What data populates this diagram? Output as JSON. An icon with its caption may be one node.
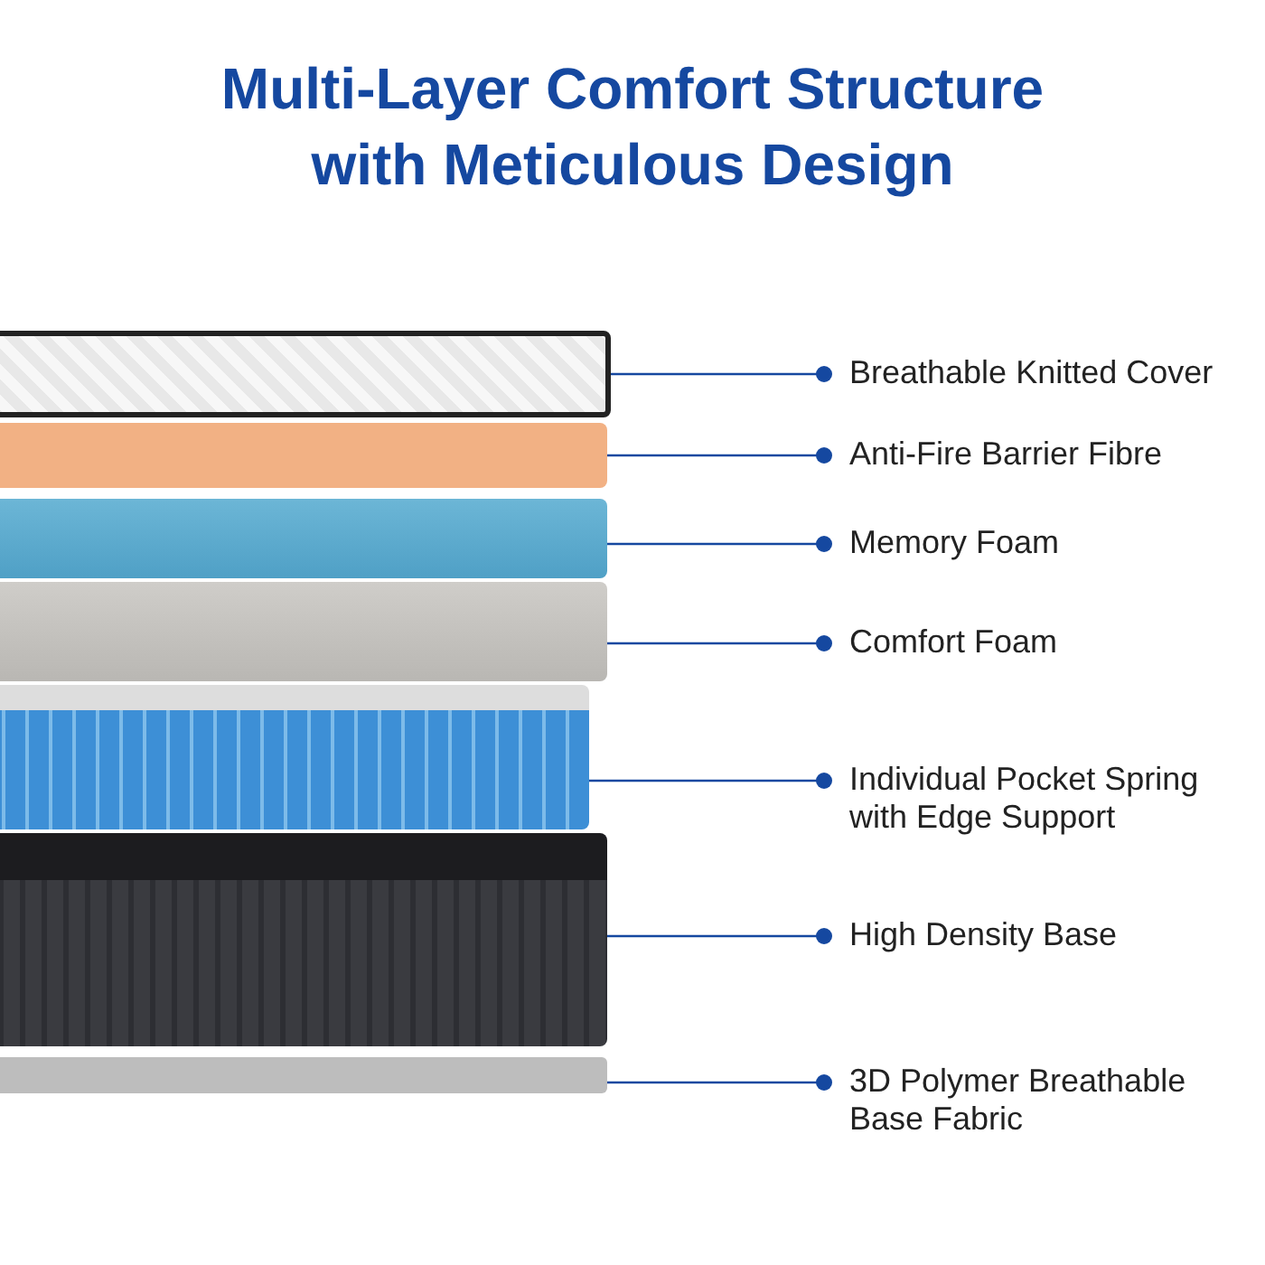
{
  "diagram": {
    "title": "Multi-Layer Comfort Structure with Meticulous Design",
    "nodes": [
      {
        "text": [],
        "shape": "picture"
      },
      {
        "text": [],
        "shape": "picture"
      },
      {
        "text": [],
        "shape": "picture"
      },
      {
        "text": [],
        "shape": "picture"
      },
      {
        "text": [],
        "shape": "picture"
      },
      {
        "text": [],
        "shape": "picture"
      },
      {
        "text": [],
        "shape": "picture"
      },
      {
        "text": [
          "Breathable Knitted Cover"
        ]
      },
      {
        "text": [
          "Anti-Fire Barrier Fibre"
        ]
      },
      {
        "text": [
          "Memory Foam"
        ]
      },
      {
        "text": [
          "Comfort Foam"
        ]
      },
      {
        "text": [
          "Individual Pocket Spring with Edge Support"
        ]
      },
      {
        "text": [
          "High Density Base"
        ]
      },
      {
        "text": [
          "3D Polymer Breathable Base Fabric"
        ]
      }
    ],
    "edges": [
      {
        "from": 7,
        "to": 0,
        "arrow": "other"
      },
      {
        "from": 8,
        "to": 1,
        "arrow": "other"
      },
      {
        "from": 9,
        "to": 2,
        "arrow": "other"
      },
      {
        "from": 10,
        "to": 3,
        "arrow": "other"
      },
      {
        "from": 11,
        "to": 4,
        "arrow": "other"
      },
      {
        "from": 12,
        "to": 5,
        "arrow": "other"
      },
      {
        "from": 13,
        "to": 6,
        "arrow": "other"
      }
    ]
  }
}
